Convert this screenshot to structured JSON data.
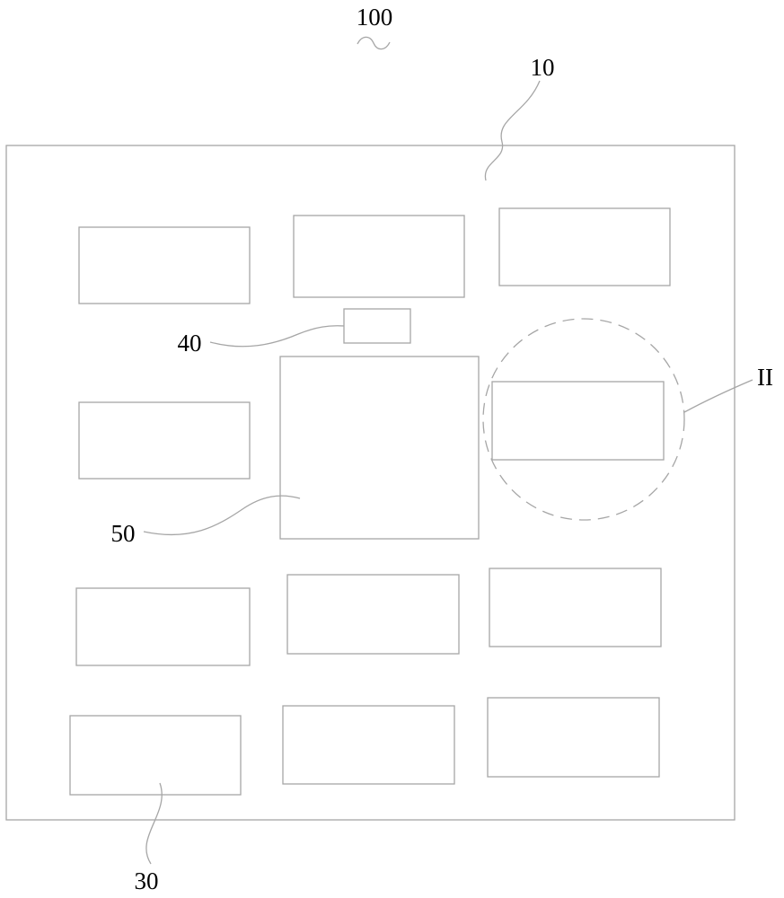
{
  "figure": {
    "reference_labels": {
      "assembly": "100",
      "board": "10",
      "small_component": "40",
      "large_component": "50",
      "bottom_component": "30",
      "detail_region": "II"
    },
    "colors": {
      "line": "#a6a6a6",
      "text": "#000000",
      "background": "#ffffff"
    }
  }
}
